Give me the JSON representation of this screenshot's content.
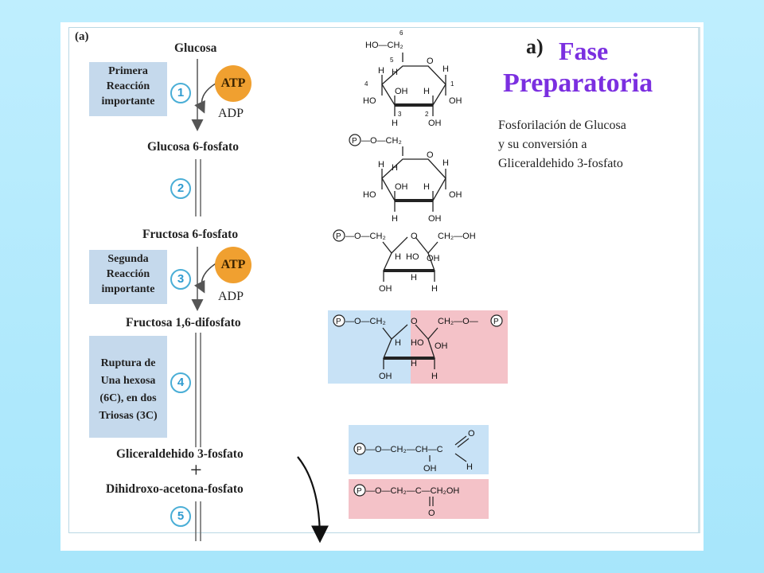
{
  "panel_label": "(a)",
  "title": {
    "letter": "a)",
    "line1": "Fase",
    "line2": "Preparatoria"
  },
  "description": [
    "Fosforilación de Glucosa",
    "y su conversión a",
    "Gliceraldehido 3-fosfato"
  ],
  "compounds": {
    "glucosa": "Glucosa",
    "glucosa6p": "Glucosa 6-fosfato",
    "fructosa6p": "Fructosa 6-fosfato",
    "fructosa16dp": "Fructosa 1,6-difosfato",
    "gliceraldehido3p": "Gliceraldehido 3-fosfato",
    "plus": "+",
    "dhap": "Dihidroxo-acetona-fosfato"
  },
  "notes": {
    "primera": [
      "Primera",
      "Reacción",
      "importante"
    ],
    "segunda": [
      "Segunda",
      "Reacción",
      "importante"
    ],
    "ruptura": [
      "Ruptura de",
      "Una hexosa",
      "(6C), en dos",
      "Triosas (3C)"
    ]
  },
  "steps": [
    "1",
    "2",
    "3",
    "4",
    "5"
  ],
  "cofactors": {
    "atp": "ATP",
    "adp": "ADP"
  },
  "colors": {
    "title": "#7b2fe0",
    "atp": "#f0a030",
    "step": "#4aaed6",
    "note_box": "#c5d9ec",
    "blue_region": "#c8e2f6",
    "red_region": "#f4c2c8"
  },
  "structures": {
    "glucose": {
      "c6": "6",
      "ch2": "HO—CH₂",
      "c5": "5",
      "o": "O",
      "h": "H",
      "oh": "OH",
      "ho": "HO",
      "c4": "4",
      "c1": "1",
      "c3": "3",
      "c2": "2"
    },
    "g6p": {
      "p": "P",
      "och2": "—O—CH₂",
      "o": "O",
      "h": "H",
      "oh": "OH",
      "ho": "HO"
    },
    "f6p": {
      "p": "P",
      "och2": "—O—CH₂",
      "ch2oh": "CH₂—OH",
      "o": "O",
      "h": "H",
      "oh": "OH",
      "ho": "HO"
    },
    "f16bp": {
      "p": "P",
      "och2": "—O—CH₂",
      "ch2o": "CH₂—O—",
      "o": "O",
      "h": "H",
      "oh": "OH",
      "ho": "HO"
    },
    "gap": {
      "p": "P",
      "chain": "—O—CH₂—CH—C",
      "o": "O",
      "h": "H",
      "oh": "OH"
    },
    "dhap": {
      "p": "P",
      "chain": "—O—CH₂—C—CH₂OH",
      "o": "O"
    }
  }
}
